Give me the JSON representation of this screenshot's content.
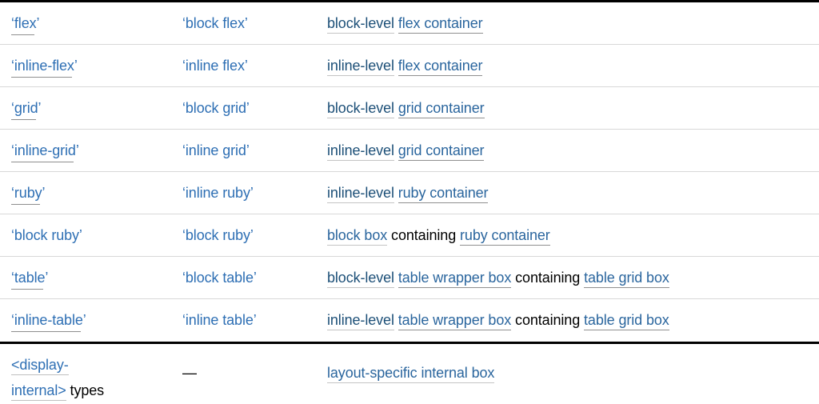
{
  "colors": {
    "link_blue": "#2e6fb4",
    "link_navy_level": "#1d5078",
    "link_navy_term": "#2b669e",
    "underline_light": "#c4c4c4",
    "underline_dark": "#8f8f8f",
    "row_separator": "#d8d8d8",
    "section_rule": "#000000",
    "background": "#ffffff"
  },
  "table": {
    "rows": [
      {
        "c1": [
          {
            "t": "‘flex’",
            "s": "css",
            "n": "link-flex",
            "i": true
          }
        ],
        "c2": [
          {
            "t": "‘block flex’",
            "s": "val",
            "n": "value-block-flex",
            "i": true
          }
        ],
        "c3": [
          {
            "t": "block-level",
            "s": "lvl",
            "n": "link-block-level",
            "i": true
          },
          {
            "t": " ",
            "s": "plain",
            "n": "text",
            "i": false
          },
          {
            "t": "flex container",
            "s": "dfnd",
            "n": "link-flex-container",
            "i": true
          }
        ]
      },
      {
        "c1": [
          {
            "t": "‘inline-flex’",
            "s": "css",
            "n": "link-inline-flex",
            "i": true
          }
        ],
        "c2": [
          {
            "t": "‘inline flex’",
            "s": "val",
            "n": "value-inline-flex",
            "i": true
          }
        ],
        "c3": [
          {
            "t": "inline-level",
            "s": "lvl",
            "n": "link-inline-level",
            "i": true
          },
          {
            "t": " ",
            "s": "plain",
            "n": "text",
            "i": false
          },
          {
            "t": "flex container",
            "s": "dfnd",
            "n": "link-flex-container",
            "i": true
          }
        ]
      },
      {
        "c1": [
          {
            "t": "‘grid’",
            "s": "css",
            "n": "link-grid",
            "i": true
          }
        ],
        "c2": [
          {
            "t": "‘block grid’",
            "s": "val",
            "n": "value-block-grid",
            "i": true
          }
        ],
        "c3": [
          {
            "t": "block-level",
            "s": "lvl",
            "n": "link-block-level",
            "i": true
          },
          {
            "t": " ",
            "s": "plain",
            "n": "text",
            "i": false
          },
          {
            "t": "grid container",
            "s": "dfnd",
            "n": "link-grid-container",
            "i": true
          }
        ]
      },
      {
        "c1": [
          {
            "t": "‘inline-grid’",
            "s": "css",
            "n": "link-inline-grid",
            "i": true
          }
        ],
        "c2": [
          {
            "t": "‘inline grid’",
            "s": "val",
            "n": "value-inline-grid",
            "i": true
          }
        ],
        "c3": [
          {
            "t": "inline-level",
            "s": "lvl",
            "n": "link-inline-level",
            "i": true
          },
          {
            "t": " ",
            "s": "plain",
            "n": "text",
            "i": false
          },
          {
            "t": "grid container",
            "s": "dfnd",
            "n": "link-grid-container",
            "i": true
          }
        ]
      },
      {
        "c1": [
          {
            "t": "‘ruby’",
            "s": "css",
            "n": "link-ruby",
            "i": true
          }
        ],
        "c2": [
          {
            "t": "‘inline ruby’",
            "s": "val",
            "n": "value-inline-ruby",
            "i": true
          }
        ],
        "c3": [
          {
            "t": "inline-level",
            "s": "lvl",
            "n": "link-inline-level",
            "i": true
          },
          {
            "t": " ",
            "s": "plain",
            "n": "text",
            "i": false
          },
          {
            "t": "ruby container",
            "s": "dfnd",
            "n": "link-ruby-container",
            "i": true
          }
        ]
      },
      {
        "c1": [
          {
            "t": "‘block ruby’",
            "s": "val",
            "n": "value-block-ruby",
            "i": true
          }
        ],
        "c2": [
          {
            "t": "‘block ruby’",
            "s": "val",
            "n": "value-block-ruby",
            "i": true
          }
        ],
        "c3": [
          {
            "t": "block box",
            "s": "dfnl",
            "n": "link-block-box",
            "i": true
          },
          {
            "t": " containing ",
            "s": "plain",
            "n": "text",
            "i": false
          },
          {
            "t": "ruby container",
            "s": "dfnd",
            "n": "link-ruby-container",
            "i": true
          }
        ]
      },
      {
        "c1": [
          {
            "t": "‘table’",
            "s": "css",
            "n": "link-table",
            "i": true
          }
        ],
        "c2": [
          {
            "t": "‘block table’",
            "s": "val",
            "n": "value-block-table",
            "i": true
          }
        ],
        "c3": [
          {
            "t": "block-level",
            "s": "lvl",
            "n": "link-block-level",
            "i": true
          },
          {
            "t": " ",
            "s": "plain",
            "n": "text",
            "i": false
          },
          {
            "t": "table wrapper box",
            "s": "dfnd",
            "n": "link-table-wrapper-box",
            "i": true
          },
          {
            "t": " containing ",
            "s": "plain",
            "n": "text",
            "i": false
          },
          {
            "t": "table grid box",
            "s": "dfnd",
            "n": "link-table-grid-box",
            "i": true
          }
        ]
      },
      {
        "c1": [
          {
            "t": "‘inline-table’",
            "s": "css",
            "n": "link-inline-table",
            "i": true
          }
        ],
        "c2": [
          {
            "t": "‘inline table’",
            "s": "val",
            "n": "value-inline-table",
            "i": true
          }
        ],
        "c3": [
          {
            "t": "inline-level",
            "s": "lvl",
            "n": "link-inline-level",
            "i": true
          },
          {
            "t": " ",
            "s": "plain",
            "n": "text",
            "i": false
          },
          {
            "t": "table wrapper box",
            "s": "dfnd",
            "n": "link-table-wrapper-box",
            "i": true
          },
          {
            "t": " containing ",
            "s": "plain",
            "n": "text",
            "i": false
          },
          {
            "t": "table grid box",
            "s": "dfnd",
            "n": "link-table-grid-box",
            "i": true
          }
        ]
      },
      {
        "c1": [
          {
            "t": "<display-",
            "s": "prod",
            "n": "link-display-internal",
            "i": true
          },
          {
            "s": "br"
          },
          {
            "t": "internal>",
            "s": "prod",
            "n": "link-display-internal",
            "i": true
          },
          {
            "t": " types",
            "s": "plain",
            "n": "text",
            "i": false
          }
        ],
        "c2": [
          {
            "t": "—",
            "s": "plain",
            "n": "em-dash",
            "i": false
          }
        ],
        "c3": [
          {
            "t": "layout-specific internal box",
            "s": "dfnl",
            "n": "link-layout-specific-internal-box",
            "i": true
          }
        ]
      }
    ]
  }
}
